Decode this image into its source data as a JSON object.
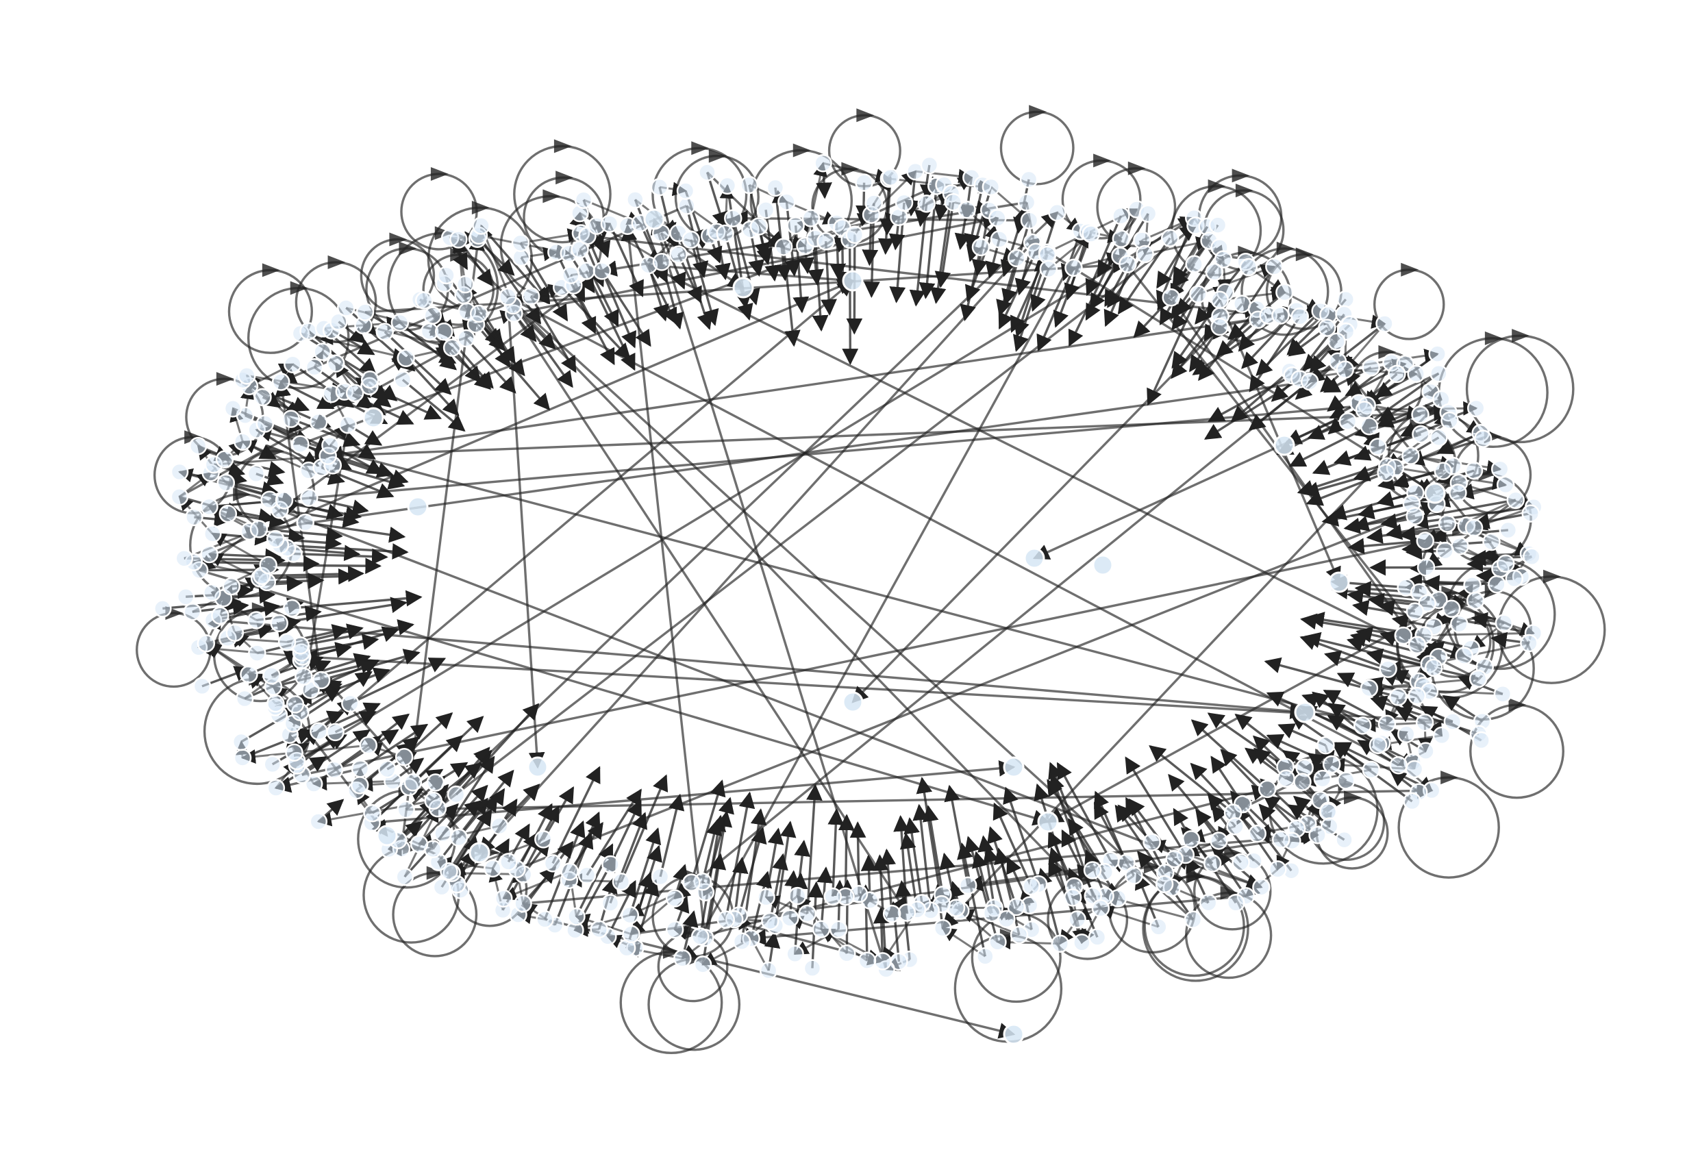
{
  "diagram": {
    "type": "directed-network",
    "layout": "spring",
    "node_fill": "#d6e6f5",
    "node_edge": "#ffffff",
    "edge_color": "#222222",
    "arrowhead_style": "triangle",
    "self_loops": true,
    "labels_shown": false
  }
}
